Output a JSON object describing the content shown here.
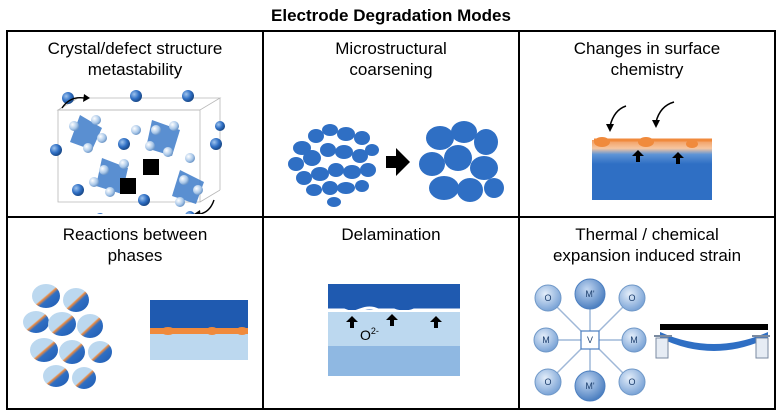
{
  "figure": {
    "title": "Electrode Degradation Modes"
  },
  "panels": [
    {
      "id": "crystal",
      "title": "Crystal/defect structure\nmetastability"
    },
    {
      "id": "coarsening",
      "title": "Microstructural\ncoarsening"
    },
    {
      "id": "surface",
      "title": "Changes in surface\nchemistry"
    },
    {
      "id": "reactions",
      "title": "Reactions between\nphases"
    },
    {
      "id": "delamination",
      "title": "Delamination",
      "ion_label": "O",
      "ion_charge": "2-"
    },
    {
      "id": "strain",
      "title": "Thermal / chemical\nexpansion induced strain",
      "labels": {
        "o": "O",
        "m": "M",
        "m_prime": "M'",
        "v": "V"
      }
    }
  ],
  "colors": {
    "blue": "#2f6fc4",
    "dark_blue": "#1f5ab0",
    "light_blue": "#bcd8ef",
    "mid_blue": "#8fb8e2",
    "orange": "#f08a3c",
    "pale_orange": "#f7b98a"
  }
}
